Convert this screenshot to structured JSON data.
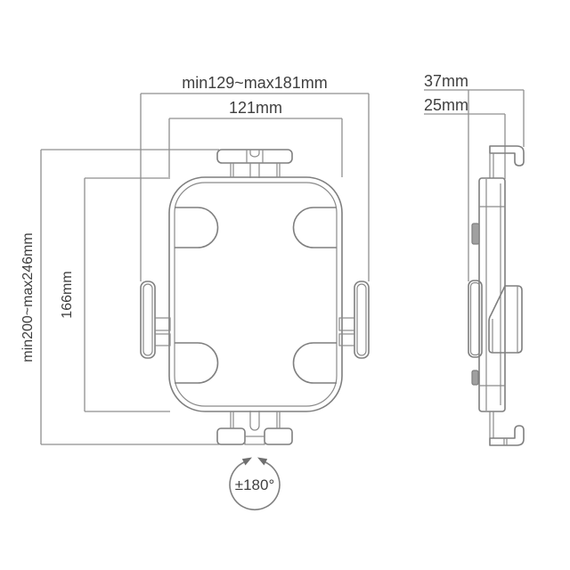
{
  "drawing": {
    "subject": "tablet holder mount dimension drawing",
    "front_view": {
      "labels": {
        "width_range": "min129~max181mm",
        "width_inner": "121mm",
        "height_range": "min200~max246mm",
        "height_inner": "166mm",
        "rotation": "±180°"
      }
    },
    "side_view": {
      "labels": {
        "depth_total": "37mm",
        "depth_front": "25mm"
      }
    },
    "colors": {
      "object_line": "#7f7f7f",
      "dimension_line": "#8f8f8f",
      "text": "#3f3f3f",
      "background": "#ffffff"
    }
  }
}
